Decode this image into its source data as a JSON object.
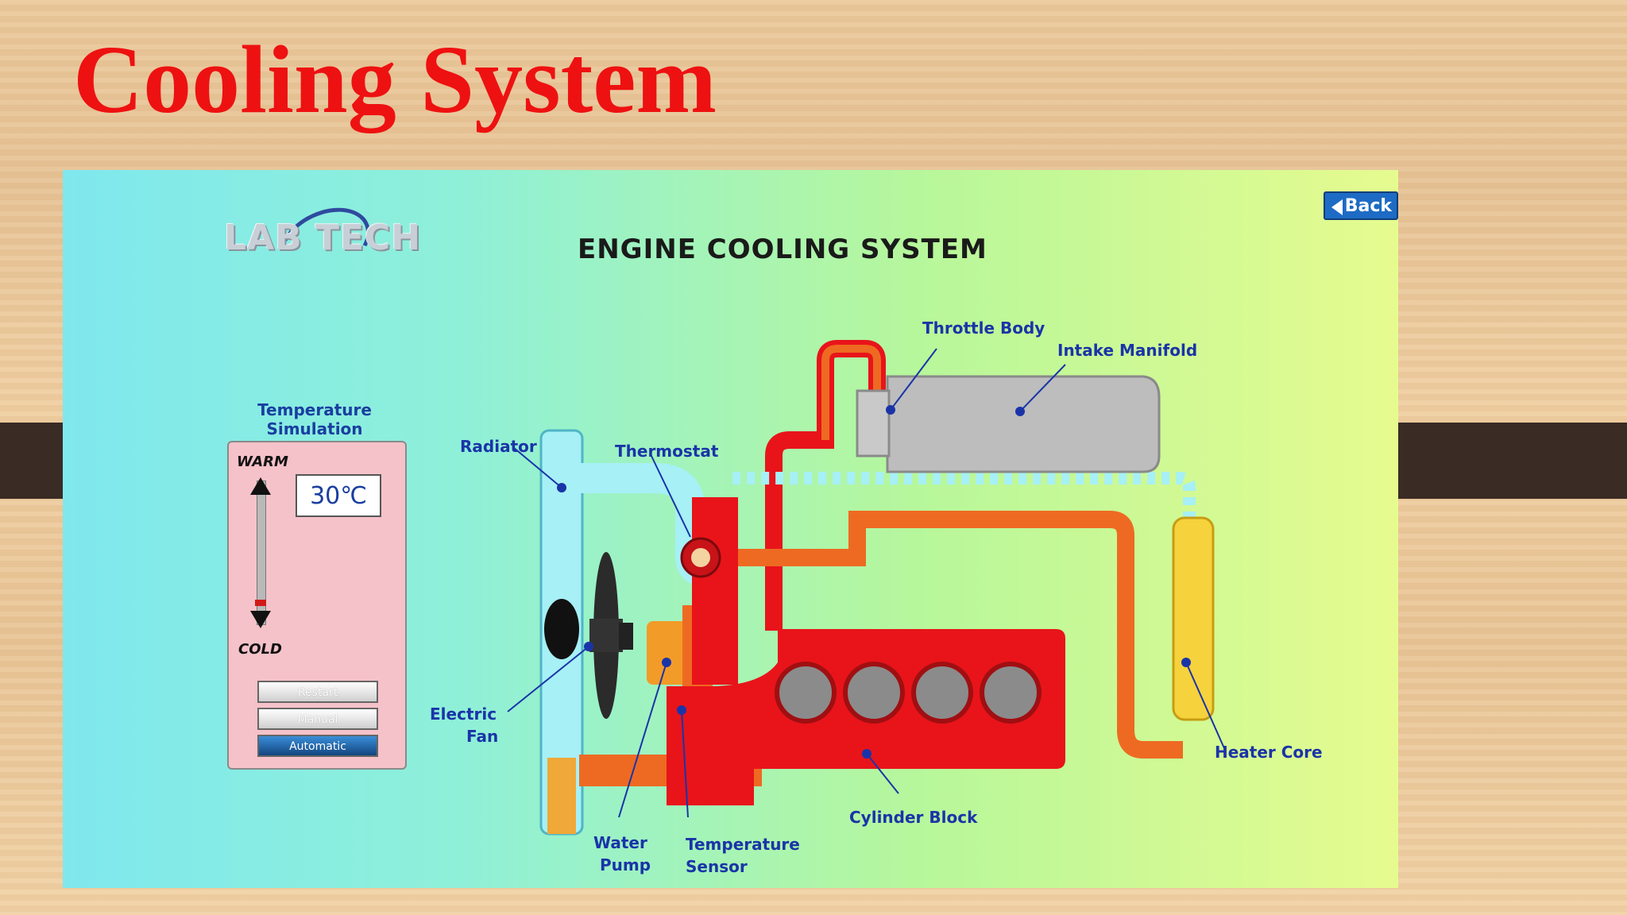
{
  "slide": {
    "title": "Cooling System"
  },
  "app": {
    "logo": "LAB TECH",
    "title": "ENGINE COOLING SYSTEM",
    "back_label": "Back"
  },
  "simulation": {
    "label_line1": "Temperature",
    "label_line2": "Simulation",
    "warm": "WARM",
    "cold": "COLD",
    "temperature": "30℃",
    "slider_level": 0.05,
    "buttons": {
      "restart": "Restart",
      "manual": "Manual",
      "automatic": "Automatic"
    },
    "active_button": "automatic"
  },
  "diagram": {
    "labels": {
      "radiator": "Radiator",
      "thermostat": "Thermostat",
      "throttle_body": "Throttle Body",
      "intake_manifold": "Intake Manifold",
      "electric": "Electric",
      "fan": "Fan",
      "heater_core": "Heater Core",
      "cylinder_block": "Cylinder Block",
      "water": "Water",
      "pump": "Pump",
      "temperature": "Temperature",
      "sensor": "Sensor"
    }
  },
  "colors": {
    "title_red": "#ee1111",
    "label_blue": "#1a34a8",
    "hot_red": "#e8141a",
    "warm_orange": "#ee6a22",
    "cool_blue": "#a6f0f6",
    "heater_yellow": "#f6d23c"
  }
}
